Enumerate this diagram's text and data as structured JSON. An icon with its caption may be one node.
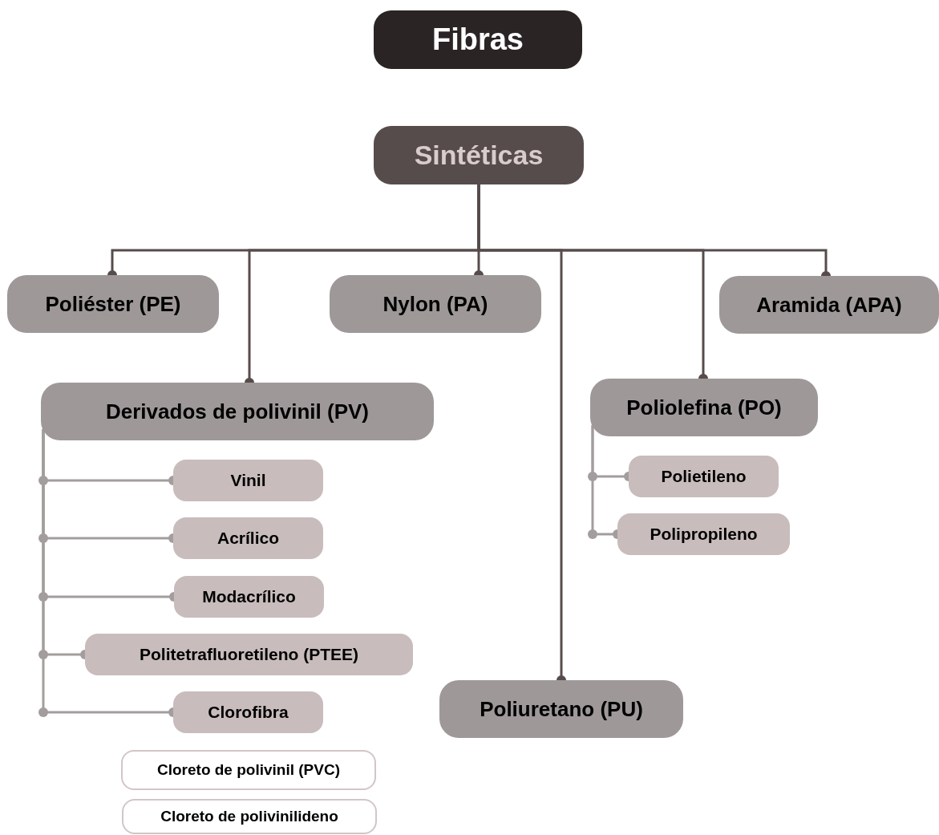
{
  "diagram": {
    "nodes": [
      {
        "text": [
          "Fibras"
        ]
      },
      {
        "text": [
          "Sintéticas"
        ]
      },
      {
        "text": [
          "Poliéster (PE)"
        ]
      },
      {
        "text": [
          "Nylon (PA)"
        ]
      },
      {
        "text": [
          "Aramida (APA)"
        ]
      },
      {
        "text": [
          "Derivados de polivinil (PV)"
        ]
      },
      {
        "text": [
          "Vinil"
        ]
      },
      {
        "text": [
          "Acrílico"
        ]
      },
      {
        "text": [
          "Modacrílico"
        ]
      },
      {
        "text": [
          "Politetrafluoretileno (PTEE)"
        ]
      },
      {
        "text": [
          "Clorofibra"
        ]
      },
      {
        "text": [
          "Cloreto de polivinil (PVC)"
        ]
      },
      {
        "text": [
          "Cloreto de polivinilideno"
        ]
      },
      {
        "text": [
          "Poliuretano (PU)"
        ]
      },
      {
        "text": [
          "Poliolefina (PO)"
        ]
      },
      {
        "text": [
          "Polietileno"
        ]
      },
      {
        "text": [
          "Polipropileno"
        ]
      }
    ],
    "edges": [
      {
        "from": 1,
        "to": 2,
        "arrow": "other"
      },
      {
        "from": 1,
        "to": 3,
        "arrow": "other"
      },
      {
        "from": 1,
        "to": 4,
        "arrow": "other"
      },
      {
        "from": 1,
        "to": 5,
        "arrow": "other"
      },
      {
        "from": 1,
        "to": 13,
        "arrow": "other"
      },
      {
        "from": 1,
        "to": 14,
        "arrow": "other"
      },
      {
        "from": 5,
        "to": 6,
        "arrow": "other",
        "color": "#a39d9d"
      },
      {
        "from": 5,
        "to": 7,
        "arrow": "other",
        "color": "#a39d9d"
      },
      {
        "from": 5,
        "to": 8,
        "arrow": "other",
        "color": "#a39d9d"
      },
      {
        "from": 5,
        "to": 9,
        "arrow": "other",
        "color": "#a39d9d"
      },
      {
        "from": 5,
        "to": 10,
        "arrow": "other",
        "color": "#a39d9d"
      },
      {
        "from": 14,
        "to": 15,
        "arrow": "other",
        "color": "#a39d9d"
      },
      {
        "from": 14,
        "to": 16,
        "arrow": "other",
        "color": "#a39d9d"
      }
    ]
  }
}
